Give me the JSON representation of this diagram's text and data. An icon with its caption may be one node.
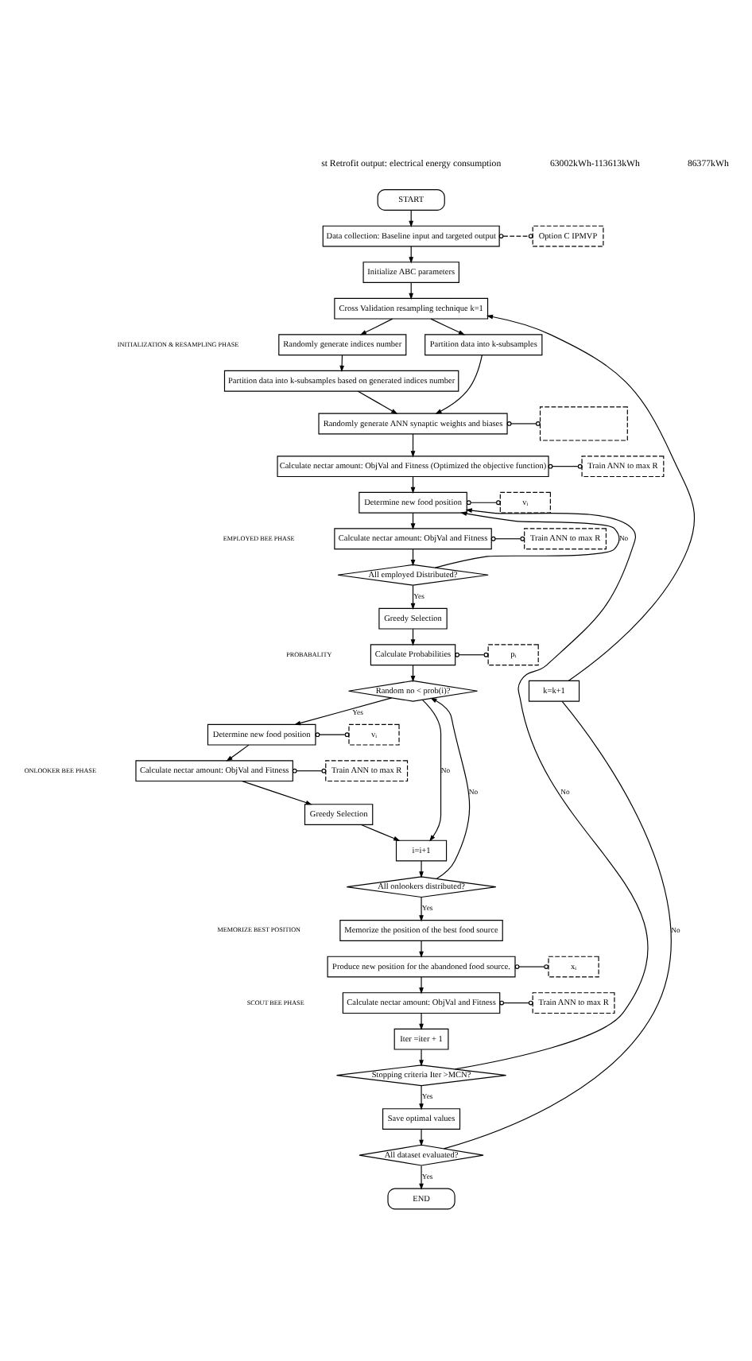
{
  "diagram": {
    "nodes": [
      {
        "text": [
          "START"
        ]
      },
      {
        "text": [
          "Data collection: Baseline input and targeted output"
        ]
      },
      {
        "text": [
          "Option C IPMVP"
        ]
      },
      {
        "text": [
          "Initialize ABC parameters"
        ]
      },
      {
        "text": [
          "Cross Validation resampling technique k=1"
        ]
      },
      {
        "text": [
          "Randomly generate indices number"
        ]
      },
      {
        "text": [
          "Partition data into k-subsamples based on generated indices number"
        ]
      },
      {
        "text": [
          "Partition data into k-subsamples"
        ]
      },
      {
        "text": [
          "Randomly generate ANN synaptic weights and biases"
        ]
      },
      {
        "text": [],
        "shape": "box"
      },
      {
        "text": [
          "Calculate nectar amount: ObjVal and Fitness (Optimized the objective function)"
        ]
      },
      {
        "text": [
          "Train ANN to max R"
        ]
      },
      {
        "text": [
          "Determine new food position"
        ]
      },
      {
        "text": [
          "vᵢ"
        ]
      },
      {
        "text": [
          "Calculate nectar amount: ObjVal and Fitness"
        ]
      },
      {
        "text": [
          "Train ANN to max R"
        ]
      },
      {
        "text": [
          "All employed Distributed?"
        ]
      },
      {
        "text": [
          "Greedy Selection"
        ]
      },
      {
        "text": [
          "Calculate Probabilities"
        ]
      },
      {
        "text": [
          "pᵢ"
        ]
      },
      {
        "text": [
          "Random no < prob(i)?"
        ]
      },
      {
        "text": [
          "Determine new food position"
        ]
      },
      {
        "text": [
          "vᵢ"
        ]
      },
      {
        "text": [
          "Calculate nectar amount: ObjVal and Fitness"
        ]
      },
      {
        "text": [
          "Train ANN to max R"
        ]
      },
      {
        "text": [
          "Greedy Selection"
        ]
      },
      {
        "text": [
          "i=i+1"
        ]
      },
      {
        "text": [
          "All onlookers distributed?"
        ]
      },
      {
        "text": [
          "Memorize the position of the best food source"
        ]
      },
      {
        "text": [
          "Produce new position for the abandoned food source."
        ]
      },
      {
        "text": [
          "xᵢ"
        ]
      },
      {
        "text": [
          "Calculate nectar amount: ObjVal and Fitness"
        ]
      },
      {
        "text": [
          "Train ANN to max R"
        ]
      },
      {
        "text": [
          "Iter =iter + 1"
        ]
      },
      {
        "text": [
          "Stopping criteria Iter >MCN?"
        ]
      },
      {
        "text": [
          "Save optimal values"
        ]
      },
      {
        "text": [
          "All dataset evaluated?"
        ]
      },
      {
        "text": [
          "END"
        ]
      },
      {
        "text": [
          "k=k+1"
        ]
      }
    ],
    "edges": [
      {
        "from": 0,
        "to": 1,
        "arrow": "to"
      },
      {
        "from": 1,
        "to": 2,
        "arrow": "other",
        "style": "dashed"
      },
      {
        "from": 1,
        "to": 3,
        "arrow": "to"
      },
      {
        "from": 3,
        "to": 4,
        "arrow": "to"
      },
      {
        "from": 4,
        "to": 5,
        "arrow": "to"
      },
      {
        "from": 4,
        "to": 7,
        "arrow": "to"
      },
      {
        "from": 5,
        "to": 6,
        "arrow": "to"
      },
      {
        "from": 6,
        "to": 8,
        "arrow": "to"
      },
      {
        "from": 7,
        "to": 8,
        "arrow": "to"
      },
      {
        "from": 8,
        "to": 9,
        "arrow": "other"
      },
      {
        "from": 8,
        "to": 10,
        "arrow": "to"
      },
      {
        "from": 10,
        "to": 11,
        "arrow": "other"
      },
      {
        "from": 10,
        "to": 12,
        "arrow": "to"
      },
      {
        "from": 12,
        "to": 13,
        "arrow": "other"
      },
      {
        "from": 12,
        "to": 14,
        "arrow": "to"
      },
      {
        "from": 14,
        "to": 15,
        "arrow": "other"
      },
      {
        "from": 14,
        "to": 16,
        "arrow": "to"
      },
      {
        "from": 16,
        "to": 12,
        "arrow": "to",
        "label": "No"
      },
      {
        "from": 16,
        "to": 17,
        "arrow": "to",
        "label": "Yes"
      },
      {
        "from": 17,
        "to": 18,
        "arrow": "to"
      },
      {
        "from": 18,
        "to": 19,
        "arrow": "other"
      },
      {
        "from": 18,
        "to": 20,
        "arrow": "to"
      },
      {
        "from": 20,
        "to": 21,
        "arrow": "to",
        "label": "Yes"
      },
      {
        "from": 20,
        "to": 26,
        "arrow": "to",
        "label": "No"
      },
      {
        "from": 21,
        "to": 22,
        "arrow": "other"
      },
      {
        "from": 21,
        "to": 23,
        "arrow": "to"
      },
      {
        "from": 23,
        "to": 24,
        "arrow": "other"
      },
      {
        "from": 23,
        "to": 25,
        "arrow": "to"
      },
      {
        "from": 25,
        "to": 26,
        "arrow": "to"
      },
      {
        "from": 26,
        "to": 27,
        "arrow": "to"
      },
      {
        "from": 27,
        "to": 20,
        "arrow": "to",
        "label": "No"
      },
      {
        "from": 27,
        "to": 28,
        "arrow": "to",
        "label": "Yes"
      },
      {
        "from": 28,
        "to": 29,
        "arrow": "to"
      },
      {
        "from": 29,
        "to": 30,
        "arrow": "other"
      },
      {
        "from": 29,
        "to": 31,
        "arrow": "to"
      },
      {
        "from": 31,
        "to": 32,
        "arrow": "other"
      },
      {
        "from": 31,
        "to": 33,
        "arrow": "to"
      },
      {
        "from": 33,
        "to": 34,
        "arrow": "to"
      },
      {
        "from": 34,
        "to": 12,
        "arrow": "to",
        "label": "No"
      },
      {
        "from": 34,
        "to": 35,
        "arrow": "to",
        "label": "Yes"
      },
      {
        "from": 35,
        "to": 36,
        "arrow": "to"
      },
      {
        "from": 36,
        "to": 38,
        "arrow": "none",
        "label": "No"
      },
      {
        "from": 38,
        "to": 4,
        "arrow": "to"
      },
      {
        "from": 36,
        "to": 37,
        "arrow": "to",
        "label": "Yes"
      }
    ],
    "labels": [
      "st Retrofit output: electrical energy consumption",
      "63002kWh-113613kWh",
      "86377kWh",
      "INITIALIZATION & RESAMPLING PHASE",
      "EMPLOYED BEE PHASE",
      "PROBABALITY",
      "ONLOOKER BEE PHASE",
      "MEMORIZE BEST POSITION",
      "SCOUT BEE PHASE"
    ]
  }
}
